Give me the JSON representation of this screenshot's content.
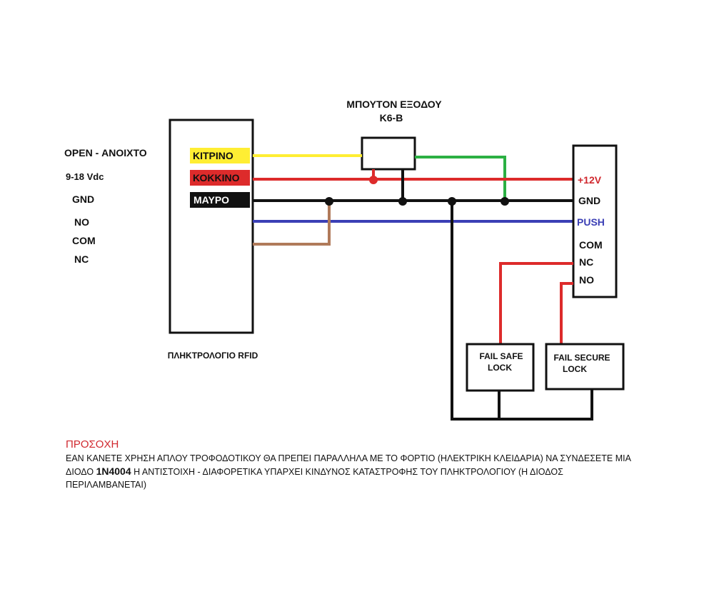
{
  "button": {
    "title": "ΜΠΟΥΤΟΝ ΕΞΟΔΟΥ",
    "model": "K6-B"
  },
  "keypad": {
    "caption": "ΠΛΗΚΤΡΟΛΟΓΙΟ RFID",
    "wires": {
      "yellow": "ΚΙΤΡΙΝΟ",
      "red": "ΚΟΚΚΙΝΟ",
      "black": "ΜΑΥΡΟ"
    }
  },
  "left_labels": {
    "open": "OPEN - ΑΝΟΙΧΤΟ",
    "voltage": "9-18 Vdc",
    "gnd": "GND",
    "no": "NO",
    "com": "COM",
    "nc": "NC"
  },
  "controller": {
    "plus12": "+12V",
    "gnd": "GND",
    "push": "PUSH",
    "com": "COM",
    "nc": "NC",
    "no": "NO"
  },
  "locks": {
    "fail_safe": {
      "line1": "FAIL SAFE",
      "line2": "LOCK"
    },
    "fail_secure": {
      "line1": "FAIL SECURE",
      "line2": "LOCK"
    }
  },
  "warning": {
    "title": "ΠΡΟΣΟΧΗ",
    "text_before": "ΕΑΝ ΚΑΝΕΤΕ ΧΡΗΣΗ ΑΠΛΟΥ ΤΡΟΦΟΔΟΤΙΚΟΥ ΘΑ ΠΡΕΠΕΙ ΠΑΡΑΛΛΗΛΑ ΜΕ ΤΟ ΦΟΡΤΙΟ (ΗΛΕΚΤΡΙΚΗ ΚΛΕΙΔΑΡΙΑ) ΝΑ ΣΥΝΔΕΣΕΤΕ ΜΙΑ ΔΙΟΔΟ ",
    "diode": "1N4004",
    "text_after": " Η ΑΝΤΙΣΤΟΙΧΗ - ΔΙΑΦΟΡΕΤΙΚΑ ΥΠΑΡΧΕΙ ΚΙΝΔΥΝΟΣ ΚΑΤΑΣΤΡΟΦΗΣ ΤΟΥ ΠΛΗΚΤΡΟΛΟΓΙΟΥ (Η ΔΙΟΔΟΣ ΠΕΡΙΛΑΜΒΑΝΕΤΑΙ)"
  },
  "colors": {
    "yellow_wire": "#ffee33",
    "red_wire": "#dd2b2b",
    "black_wire": "#111111",
    "blue_wire": "#3b3fb5",
    "brown_wire": "#b07a5a",
    "green_wire": "#2bb043",
    "warning_title": "#d0282e",
    "push_label": "#3b3fb5",
    "plus12_label": "#d0282e"
  }
}
